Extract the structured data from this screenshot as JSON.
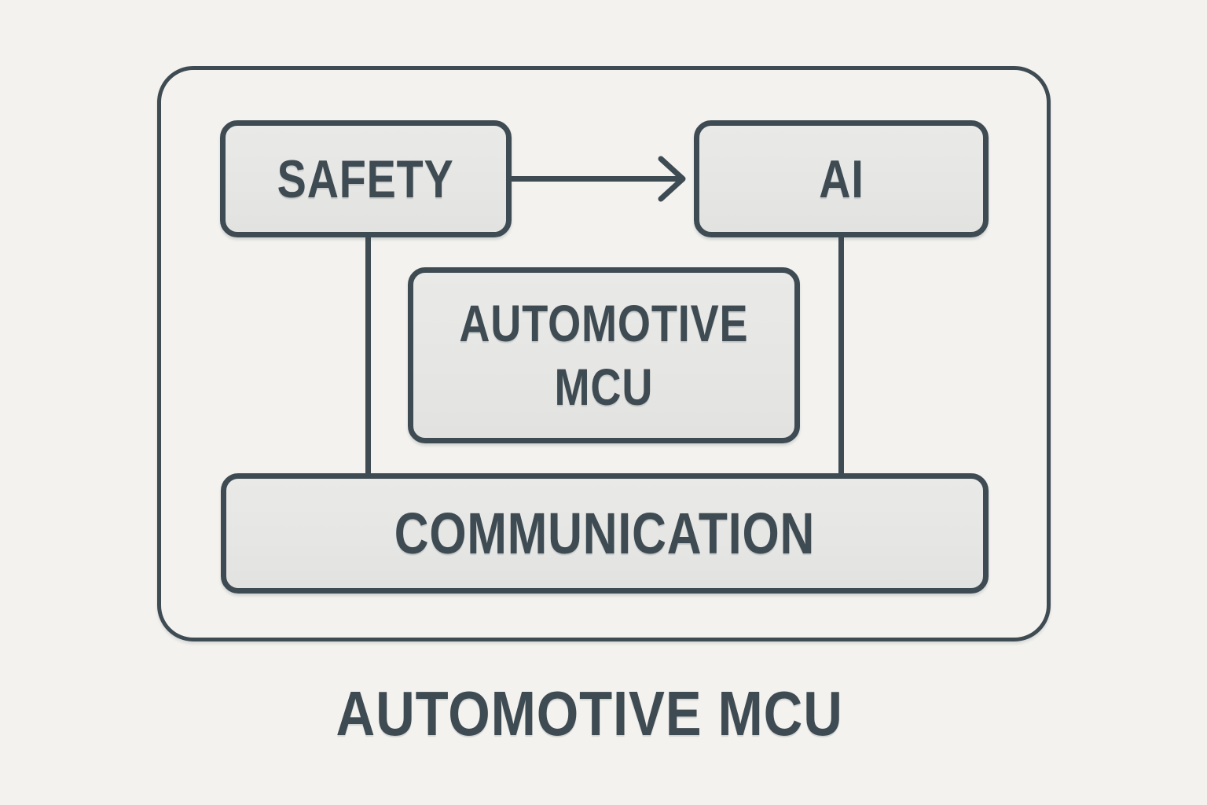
{
  "figure": {
    "caption": "AUTOMOTIVE MCU",
    "nodes": {
      "safety": {
        "label": "SAFETY"
      },
      "ai": {
        "label": "AI"
      },
      "mcu": {
        "lines": [
          "AUTOMOTIVE",
          "MCU"
        ]
      },
      "communication": {
        "label": "COMMUNICATION"
      }
    },
    "edges": [
      {
        "from": "SAFETY",
        "to": "AI",
        "type": "arrow"
      },
      {
        "from": "SAFETY",
        "to": "COMMUNICATION",
        "type": "line"
      },
      {
        "from": "AI",
        "to": "COMMUNICATION",
        "type": "line"
      }
    ],
    "colors": {
      "background": "#f3f2ef",
      "node_fill": "#e6e6e4",
      "stroke": "#3e4b52",
      "text": "#3e4b52"
    }
  }
}
